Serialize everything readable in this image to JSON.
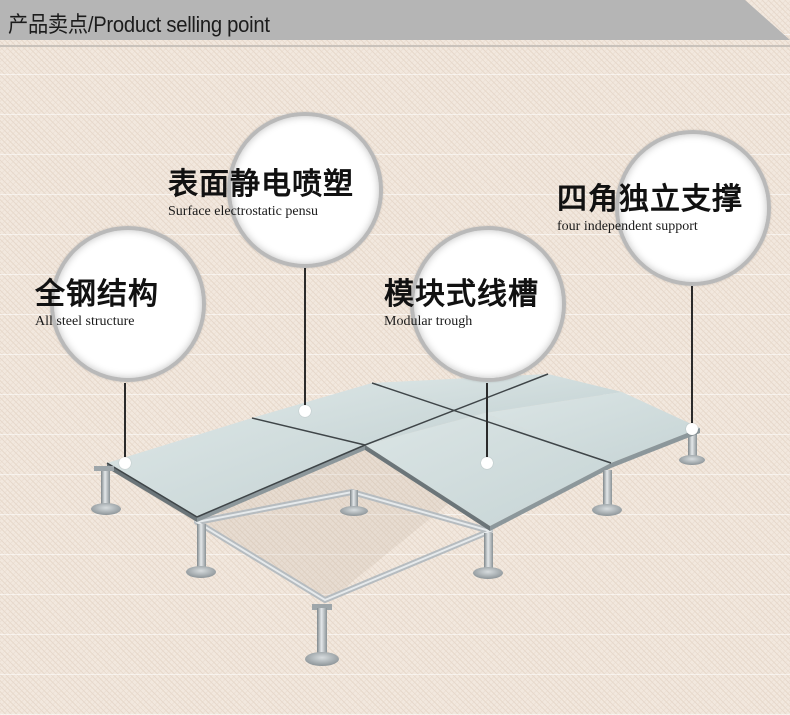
{
  "header": {
    "title": "产品卖点/Product selling point",
    "band_color": "#b5b5b5"
  },
  "features": [
    {
      "id": "all-steel",
      "title_zh": "全钢结构",
      "title_en": "All steel structure"
    },
    {
      "id": "surface-coating",
      "title_zh": "表面静电喷塑",
      "title_en": "Surface electrostatic pensu"
    },
    {
      "id": "modular-trough",
      "title_zh": "模块式线槽",
      "title_en": "Modular trough"
    },
    {
      "id": "four-support",
      "title_zh": "四角独立支撑",
      "title_en": "four independent support"
    }
  ],
  "illustration": {
    "subject": "raised access floor panels on adjustable pedestals",
    "panel_color": "#cfdcdc",
    "pedestal_color": "#a9b0b3"
  }
}
